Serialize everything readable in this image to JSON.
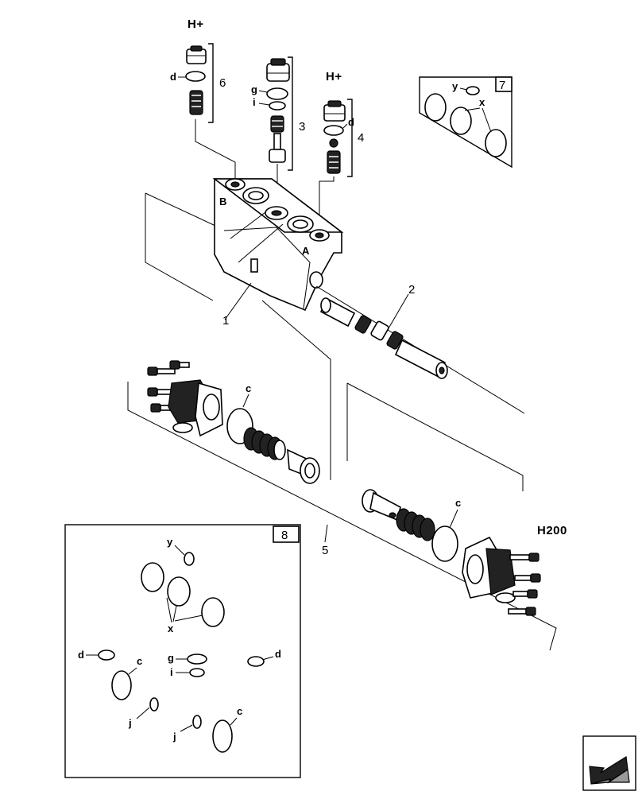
{
  "callouts": {
    "c1": "1",
    "c2": "2",
    "c3": "3",
    "c4": "4",
    "c5": "5",
    "c6": "6",
    "c7": "7",
    "c8": "8"
  },
  "codes": {
    "h_plus_left": "H+",
    "h_plus_right": "H+",
    "h200": "H200"
  },
  "letters": {
    "d": "d",
    "g": "g",
    "i": "i",
    "c": "c",
    "j": "j",
    "x": "x",
    "y": "y"
  },
  "body_marks": {
    "port_a": "A",
    "port_b": "B"
  },
  "colors": {
    "line": "#000000",
    "background": "#ffffff",
    "shade": "#9a9a9a"
  },
  "icons": {
    "nav": "arrow-left-icon"
  }
}
